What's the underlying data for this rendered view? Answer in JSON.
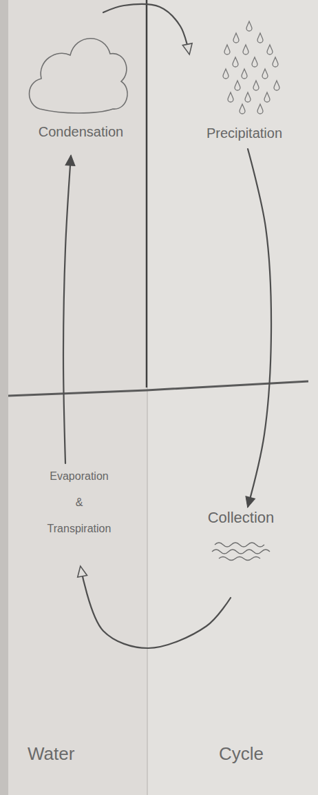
{
  "diagram": {
    "nodes": [
      {
        "text": [
          "Condensation"
        ]
      },
      {
        "text": [
          "Precipitation"
        ]
      },
      {
        "text": [
          "Evaporation & Transpiration"
        ]
      },
      {
        "text": [
          "Collection"
        ]
      }
    ],
    "edges": [
      {
        "from": 0,
        "to": 1,
        "arrow": "to"
      },
      {
        "from": 1,
        "to": 3,
        "arrow": "to"
      },
      {
        "from": 3,
        "to": 2,
        "arrow": "to"
      },
      {
        "from": 2,
        "to": 0,
        "arrow": "to"
      }
    ],
    "labels": [
      "Water",
      "Cycle"
    ]
  }
}
